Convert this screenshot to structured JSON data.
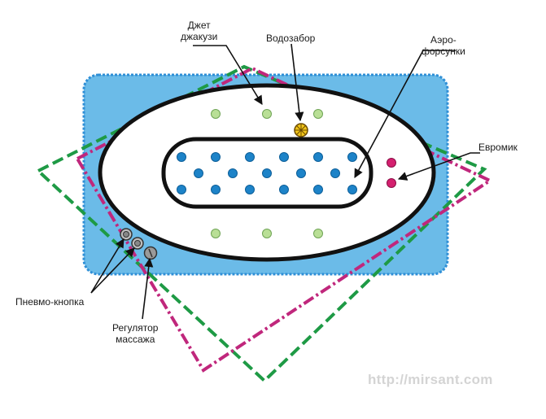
{
  "labels": {
    "jet": "Джет\nджакузи",
    "water_intake": "Водозабор",
    "aero": "Аэро-\nфорсунки",
    "euromic": "Евромик",
    "pneumo": "Пневмо-кнопка",
    "regulator": "Регулятор\nмассажа"
  },
  "watermark": "http://mirsant.com",
  "colors": {
    "tub_fill": "#6bbbe8",
    "tub_border": "#2f8fd6",
    "green_outline": "#1e9a45",
    "magenta_outline": "#c0277c",
    "jet_nozzle": "#b9df96",
    "aero_nozzle": "#1d83c8",
    "euromic": "#d4206f",
    "knob": "#9a9a9a"
  },
  "icons": [
    "water-intake-icon",
    "pneumo-button-icon",
    "massage-regulator-icon"
  ]
}
